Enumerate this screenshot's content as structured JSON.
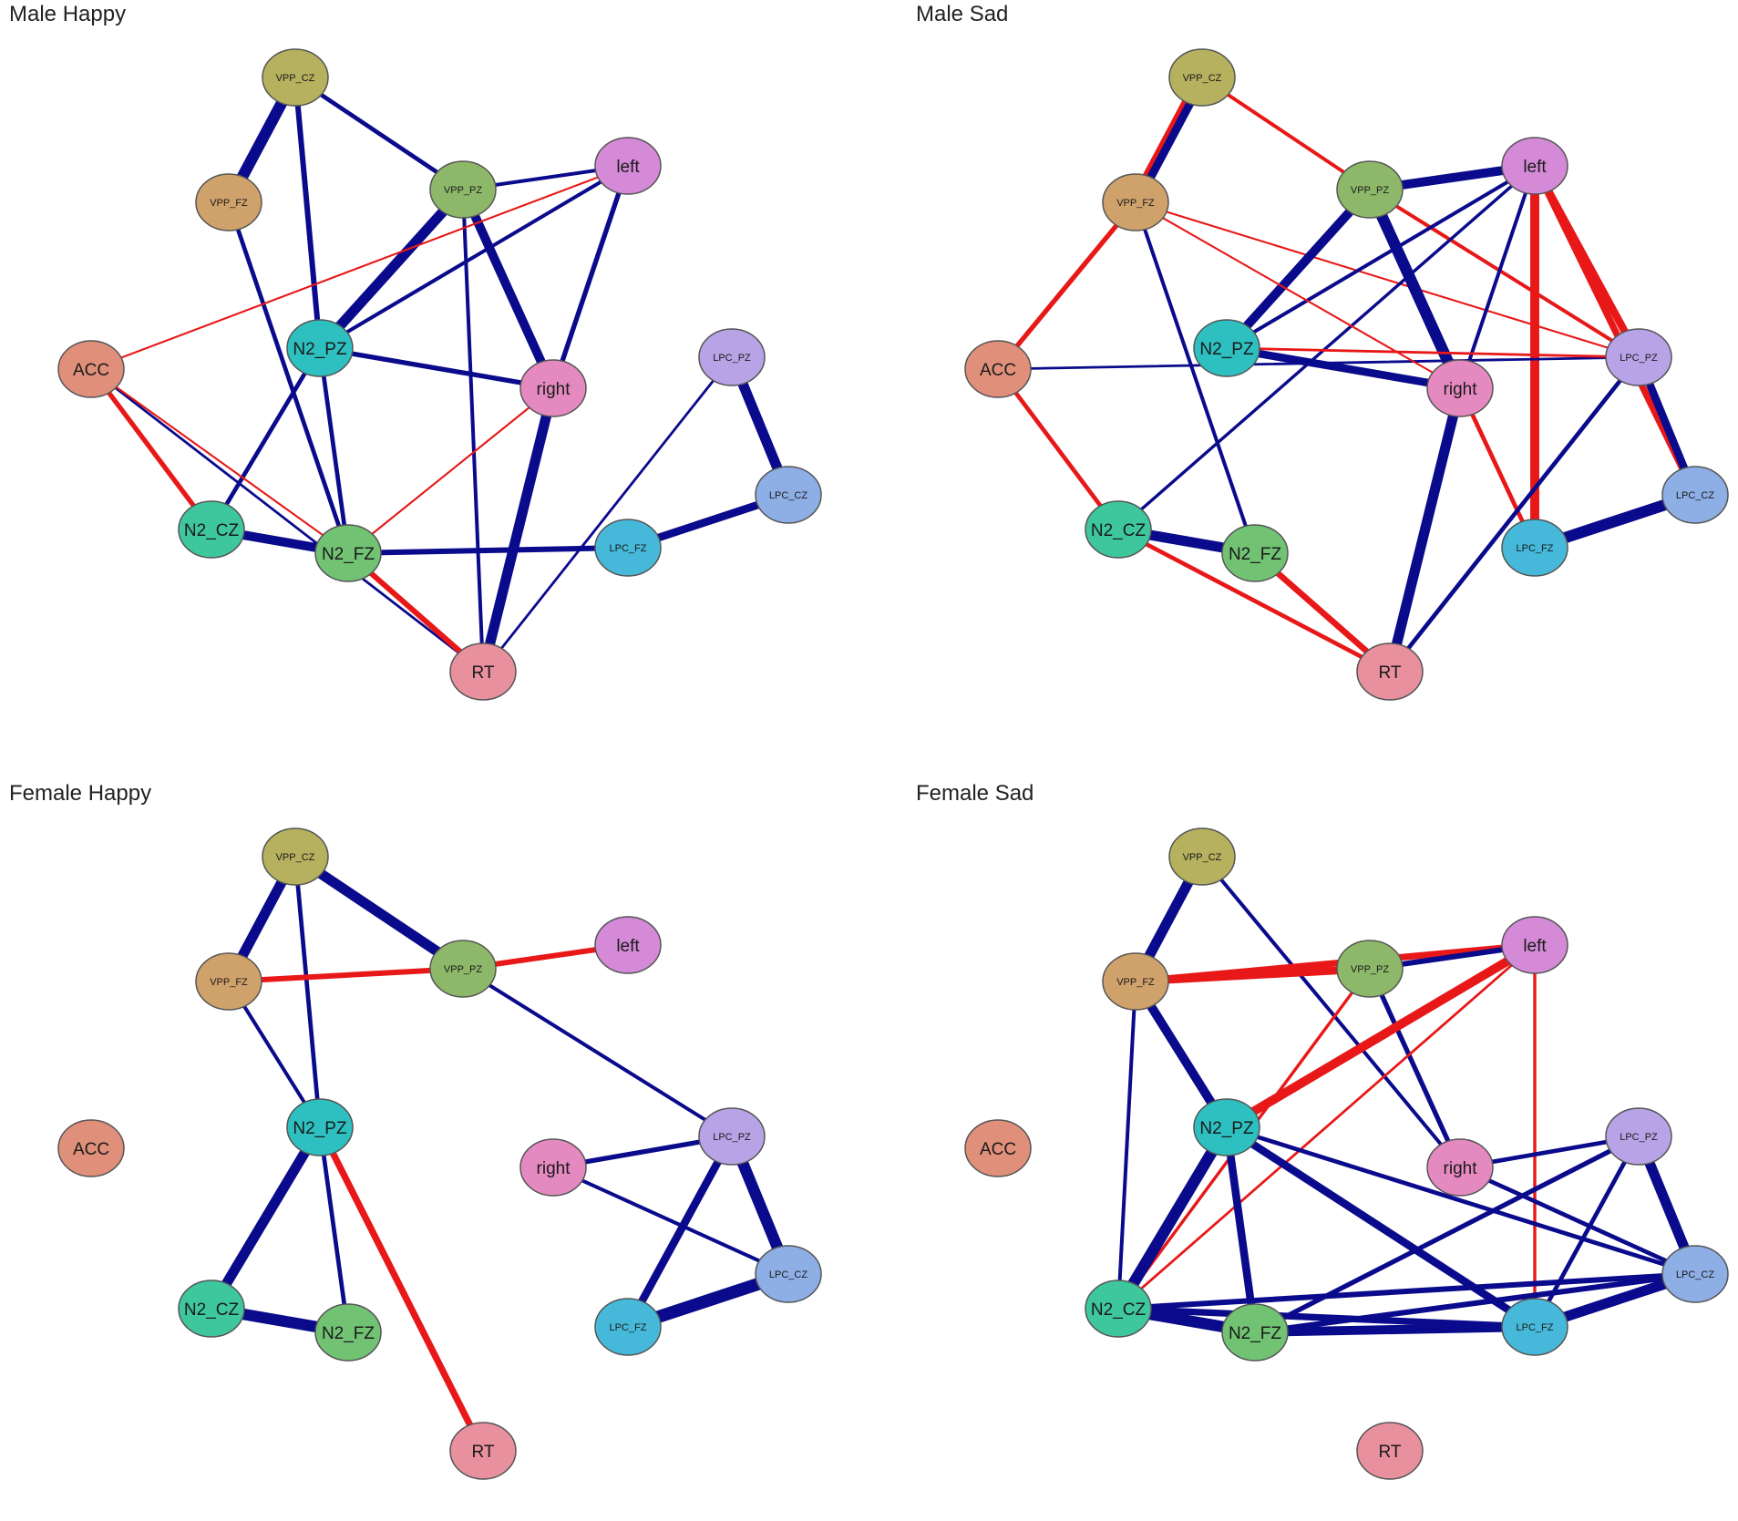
{
  "colors": {
    "positive_edge": "#0a0a8c",
    "negative_edge": "#e81818",
    "node_stroke": "#555555",
    "node_fill": {
      "VPP_CZ": "#b5b15e",
      "VPP_FZ": "#d0a26b",
      "VPP_PZ": "#8db86a",
      "left": "#d58ad8",
      "ACC": "#e0907a",
      "N2_PZ": "#2ec0c0",
      "right": "#e58ac0",
      "LPC_PZ": "#b8a3e6",
      "LPC_CZ": "#8eaee6",
      "N2_CZ": "#3ec79c",
      "N2_FZ": "#72c274",
      "LPC_FZ": "#46b9da",
      "RT": "#e8909e"
    }
  },
  "nodes": [
    {
      "id": "VPP_CZ",
      "label": "VPP_CZ"
    },
    {
      "id": "VPP_FZ",
      "label": "VPP_FZ"
    },
    {
      "id": "VPP_PZ",
      "label": "VPP_PZ"
    },
    {
      "id": "left",
      "label": "left"
    },
    {
      "id": "ACC",
      "label": "ACC"
    },
    {
      "id": "N2_PZ",
      "label": "N2_PZ"
    },
    {
      "id": "right",
      "label": "right"
    },
    {
      "id": "LPC_PZ",
      "label": "LPC_PZ"
    },
    {
      "id": "LPC_CZ",
      "label": "LPC_CZ"
    },
    {
      "id": "N2_CZ",
      "label": "N2_CZ"
    },
    {
      "id": "N2_FZ",
      "label": "N2_FZ"
    },
    {
      "id": "LPC_FZ",
      "label": "LPC_FZ"
    },
    {
      "id": "RT",
      "label": "RT"
    }
  ],
  "panels": [
    {
      "title": "Male Happy",
      "edges": [
        {
          "source": "VPP_CZ",
          "target": "VPP_FZ",
          "sign": "positive",
          "weight": 0.9
        },
        {
          "source": "VPP_CZ",
          "target": "N2_PZ",
          "sign": "positive",
          "weight": 0.4
        },
        {
          "source": "VPP_CZ",
          "target": "VPP_PZ",
          "sign": "positive",
          "weight": 0.3
        },
        {
          "source": "VPP_FZ",
          "target": "N2_FZ",
          "sign": "positive",
          "weight": 0.3
        },
        {
          "source": "VPP_PZ",
          "target": "left",
          "sign": "positive",
          "weight": 0.25
        },
        {
          "source": "VPP_PZ",
          "target": "N2_PZ",
          "sign": "positive",
          "weight": 0.8
        },
        {
          "source": "VPP_PZ",
          "target": "right",
          "sign": "positive",
          "weight": 0.7
        },
        {
          "source": "VPP_PZ",
          "target": "RT",
          "sign": "positive",
          "weight": 0.25
        },
        {
          "source": "left",
          "target": "N2_PZ",
          "sign": "positive",
          "weight": 0.25
        },
        {
          "source": "left",
          "target": "right",
          "sign": "positive",
          "weight": 0.35
        },
        {
          "source": "left",
          "target": "ACC",
          "sign": "negative",
          "weight": 0.1
        },
        {
          "source": "N2_PZ",
          "target": "right",
          "sign": "positive",
          "weight": 0.35
        },
        {
          "source": "N2_PZ",
          "target": "N2_CZ",
          "sign": "positive",
          "weight": 0.3
        },
        {
          "source": "N2_PZ",
          "target": "N2_FZ",
          "sign": "positive",
          "weight": 0.3
        },
        {
          "source": "ACC",
          "target": "N2_CZ",
          "sign": "negative",
          "weight": 0.35
        },
        {
          "source": "ACC",
          "target": "RT",
          "sign": "positive",
          "weight": 0.15
        },
        {
          "source": "ACC",
          "target": "N2_FZ",
          "sign": "negative",
          "weight": 0.1
        },
        {
          "source": "right",
          "target": "RT",
          "sign": "positive",
          "weight": 0.8
        },
        {
          "source": "right",
          "target": "N2_FZ",
          "sign": "negative",
          "weight": 0.1
        },
        {
          "source": "N2_CZ",
          "target": "N2_FZ",
          "sign": "positive",
          "weight": 0.7
        },
        {
          "source": "N2_FZ",
          "target": "LPC_FZ",
          "sign": "positive",
          "weight": 0.4
        },
        {
          "source": "N2_FZ",
          "target": "RT",
          "sign": "negative",
          "weight": 0.4
        },
        {
          "source": "LPC_FZ",
          "target": "LPC_CZ",
          "sign": "positive",
          "weight": 0.6
        },
        {
          "source": "LPC_PZ",
          "target": "LPC_CZ",
          "sign": "positive",
          "weight": 0.8
        },
        {
          "source": "LPC_PZ",
          "target": "RT",
          "sign": "positive",
          "weight": 0.15
        }
      ]
    },
    {
      "title": "Male Sad",
      "edges": [
        {
          "source": "VPP_CZ",
          "target": "VPP_FZ",
          "sign": "positive",
          "weight": 0.9
        },
        {
          "source": "VPP_CZ",
          "target": "VPP_FZ",
          "sign": "negative",
          "weight": 0.3
        },
        {
          "source": "VPP_CZ",
          "target": "VPP_PZ",
          "sign": "negative",
          "weight": 0.25
        },
        {
          "source": "VPP_FZ",
          "target": "ACC",
          "sign": "negative",
          "weight": 0.35
        },
        {
          "source": "VPP_FZ",
          "target": "N2_FZ",
          "sign": "positive",
          "weight": 0.25
        },
        {
          "source": "VPP_FZ",
          "target": "LPC_PZ",
          "sign": "negative",
          "weight": 0.1
        },
        {
          "source": "VPP_PZ",
          "target": "left",
          "sign": "positive",
          "weight": 0.7
        },
        {
          "source": "VPP_PZ",
          "target": "N2_PZ",
          "sign": "positive",
          "weight": 0.7
        },
        {
          "source": "VPP_PZ",
          "target": "right",
          "sign": "positive",
          "weight": 0.9
        },
        {
          "source": "VPP_PZ",
          "target": "LPC_PZ",
          "sign": "negative",
          "weight": 0.25
        },
        {
          "source": "left",
          "target": "N2_PZ",
          "sign": "positive",
          "weight": 0.25
        },
        {
          "source": "left",
          "target": "right",
          "sign": "positive",
          "weight": 0.25
        },
        {
          "source": "left",
          "target": "LPC_PZ",
          "sign": "negative",
          "weight": 0.6
        },
        {
          "source": "left",
          "target": "LPC_FZ",
          "sign": "negative",
          "weight": 0.7
        },
        {
          "source": "left",
          "target": "LPC_CZ",
          "sign": "negative",
          "weight": 0.5
        },
        {
          "source": "left",
          "target": "N2_CZ",
          "sign": "positive",
          "weight": 0.2
        },
        {
          "source": "ACC",
          "target": "LPC_PZ",
          "sign": "positive",
          "weight": 0.15
        },
        {
          "source": "ACC",
          "target": "N2_CZ",
          "sign": "negative",
          "weight": 0.3
        },
        {
          "source": "N2_PZ",
          "target": "right",
          "sign": "positive",
          "weight": 0.6
        },
        {
          "source": "N2_PZ",
          "target": "LPC_PZ",
          "sign": "negative",
          "weight": 0.15
        },
        {
          "source": "right",
          "target": "RT",
          "sign": "positive",
          "weight": 0.8
        },
        {
          "source": "right",
          "target": "LPC_FZ",
          "sign": "negative",
          "weight": 0.3
        },
        {
          "source": "right",
          "target": "VPP_FZ",
          "sign": "negative",
          "weight": 0.1
        },
        {
          "source": "N2_CZ",
          "target": "N2_FZ",
          "sign": "positive",
          "weight": 0.8
        },
        {
          "source": "N2_CZ",
          "target": "RT",
          "sign": "negative",
          "weight": 0.3
        },
        {
          "source": "N2_FZ",
          "target": "RT",
          "sign": "negative",
          "weight": 0.45
        },
        {
          "source": "LPC_PZ",
          "target": "LPC_CZ",
          "sign": "positive",
          "weight": 0.6
        },
        {
          "source": "LPC_PZ",
          "target": "RT",
          "sign": "positive",
          "weight": 0.3
        },
        {
          "source": "LPC_FZ",
          "target": "LPC_CZ",
          "sign": "positive",
          "weight": 0.9
        }
      ]
    },
    {
      "title": "Female Happy",
      "edges": [
        {
          "source": "VPP_CZ",
          "target": "VPP_FZ",
          "sign": "positive",
          "weight": 0.8
        },
        {
          "source": "VPP_CZ",
          "target": "VPP_PZ",
          "sign": "positive",
          "weight": 0.8
        },
        {
          "source": "VPP_CZ",
          "target": "N2_PZ",
          "sign": "positive",
          "weight": 0.3
        },
        {
          "source": "VPP_FZ",
          "target": "VPP_PZ",
          "sign": "negative",
          "weight": 0.4
        },
        {
          "source": "VPP_FZ",
          "target": "N2_PZ",
          "sign": "positive",
          "weight": 0.25
        },
        {
          "source": "VPP_PZ",
          "target": "left",
          "sign": "negative",
          "weight": 0.4
        },
        {
          "source": "VPP_PZ",
          "target": "LPC_PZ",
          "sign": "positive",
          "weight": 0.25
        },
        {
          "source": "N2_PZ",
          "target": "N2_CZ",
          "sign": "positive",
          "weight": 0.8
        },
        {
          "source": "N2_PZ",
          "target": "N2_FZ",
          "sign": "positive",
          "weight": 0.3
        },
        {
          "source": "N2_PZ",
          "target": "RT",
          "sign": "negative",
          "weight": 0.5
        },
        {
          "source": "N2_CZ",
          "target": "N2_FZ",
          "sign": "positive",
          "weight": 0.9
        },
        {
          "source": "right",
          "target": "LPC_PZ",
          "sign": "positive",
          "weight": 0.35
        },
        {
          "source": "right",
          "target": "LPC_CZ",
          "sign": "positive",
          "weight": 0.25
        },
        {
          "source": "LPC_PZ",
          "target": "LPC_CZ",
          "sign": "positive",
          "weight": 0.9
        },
        {
          "source": "LPC_PZ",
          "target": "LPC_FZ",
          "sign": "positive",
          "weight": 0.6
        },
        {
          "source": "LPC_FZ",
          "target": "LPC_CZ",
          "sign": "positive",
          "weight": 1.0
        }
      ]
    },
    {
      "title": "Female Sad",
      "edges": [
        {
          "source": "VPP_CZ",
          "target": "VPP_FZ",
          "sign": "positive",
          "weight": 0.8
        },
        {
          "source": "VPP_CZ",
          "target": "right",
          "sign": "positive",
          "weight": 0.25
        },
        {
          "source": "VPP_FZ",
          "target": "VPP_PZ",
          "sign": "negative",
          "weight": 0.6
        },
        {
          "source": "VPP_FZ",
          "target": "left",
          "sign": "negative",
          "weight": 0.5
        },
        {
          "source": "VPP_FZ",
          "target": "N2_PZ",
          "sign": "positive",
          "weight": 0.7
        },
        {
          "source": "VPP_FZ",
          "target": "N2_CZ",
          "sign": "positive",
          "weight": 0.25
        },
        {
          "source": "VPP_PZ",
          "target": "left",
          "sign": "positive",
          "weight": 0.4
        },
        {
          "source": "VPP_PZ",
          "target": "right",
          "sign": "positive",
          "weight": 0.35
        },
        {
          "source": "VPP_PZ",
          "target": "N2_CZ",
          "sign": "negative",
          "weight": 0.2
        },
        {
          "source": "left",
          "target": "N2_PZ",
          "sign": "negative",
          "weight": 0.7
        },
        {
          "source": "left",
          "target": "N2_CZ",
          "sign": "negative",
          "weight": 0.15
        },
        {
          "source": "left",
          "target": "LPC_FZ",
          "sign": "negative",
          "weight": 0.2
        },
        {
          "source": "N2_PZ",
          "target": "N2_CZ",
          "sign": "positive",
          "weight": 0.9
        },
        {
          "source": "N2_PZ",
          "target": "N2_FZ",
          "sign": "positive",
          "weight": 0.6
        },
        {
          "source": "N2_PZ",
          "target": "LPC_FZ",
          "sign": "positive",
          "weight": 0.6
        },
        {
          "source": "N2_PZ",
          "target": "LPC_CZ",
          "sign": "positive",
          "weight": 0.3
        },
        {
          "source": "right",
          "target": "LPC_PZ",
          "sign": "positive",
          "weight": 0.3
        },
        {
          "source": "right",
          "target": "LPC_CZ",
          "sign": "positive",
          "weight": 0.3
        },
        {
          "source": "LPC_PZ",
          "target": "N2_FZ",
          "sign": "positive",
          "weight": 0.35
        },
        {
          "source": "LPC_PZ",
          "target": "LPC_CZ",
          "sign": "positive",
          "weight": 0.8
        },
        {
          "source": "LPC_PZ",
          "target": "LPC_FZ",
          "sign": "positive",
          "weight": 0.3
        },
        {
          "source": "N2_CZ",
          "target": "N2_FZ",
          "sign": "positive",
          "weight": 0.9
        },
        {
          "source": "N2_CZ",
          "target": "LPC_FZ",
          "sign": "positive",
          "weight": 0.5
        },
        {
          "source": "N2_CZ",
          "target": "LPC_CZ",
          "sign": "positive",
          "weight": 0.4
        },
        {
          "source": "N2_FZ",
          "target": "LPC_FZ",
          "sign": "positive",
          "weight": 0.7
        },
        {
          "source": "N2_FZ",
          "target": "LPC_CZ",
          "sign": "positive",
          "weight": 0.4
        },
        {
          "source": "LPC_FZ",
          "target": "LPC_CZ",
          "sign": "positive",
          "weight": 0.8
        }
      ]
    }
  ]
}
